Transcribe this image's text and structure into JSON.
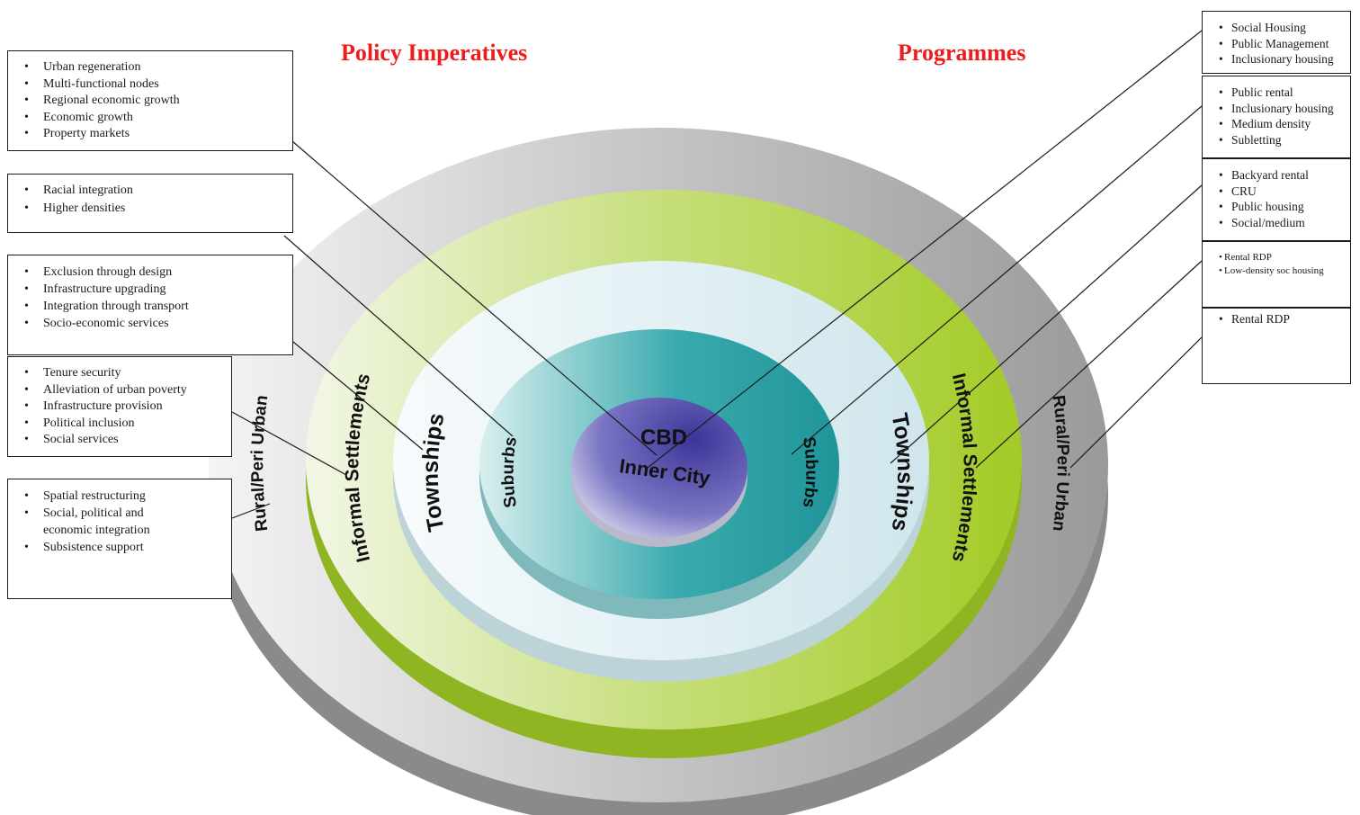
{
  "headings": {
    "left": "Policy Imperatives",
    "right": "Programmes"
  },
  "colors": {
    "heading": "#ee1c1c",
    "ring_outer": "#a9a9a9",
    "ring_green": "#a6cc2e",
    "ring_light_blue": "#d6eaef",
    "ring_teal": "#2aa3a7",
    "center": "#5752b0"
  },
  "rings": {
    "center": [
      "CBD",
      "Inner City"
    ],
    "left": {
      "suburbs": "Suburbs",
      "townships": "Townships",
      "informal": "Informal Settlements",
      "rural": "Rural/Peri Urban"
    },
    "right": {
      "suburbs": "Suburbs",
      "townships": "Townships",
      "informal": "Informal Settlements",
      "rural": "Rural/Peri Urban"
    }
  },
  "policy_boxes": [
    {
      "items": [
        "Urban regeneration",
        "Multi-functional nodes",
        "Regional economic growth",
        "Economic growth",
        "Property markets"
      ]
    },
    {
      "items": [
        "Racial integration",
        "Higher densities"
      ]
    },
    {
      "items": [
        "Exclusion through design",
        "Infrastructure upgrading",
        "Integration through transport",
        "Socio-economic services"
      ]
    },
    {
      "items": [
        "Tenure security",
        "Alleviation of urban poverty",
        "Infrastructure provision",
        "Political inclusion",
        "Social services"
      ]
    },
    {
      "items": [
        "Spatial restructuring",
        "Social, political and economic integration",
        "Subsistence support"
      ]
    }
  ],
  "programme_boxes": [
    {
      "items": [
        "Social Housing",
        "Public Management",
        "Inclusionary housing"
      ]
    },
    {
      "items": [
        "Public rental",
        "Inclusionary housing",
        "Medium density",
        "Subletting"
      ]
    },
    {
      "items": [
        "Backyard rental",
        "CRU",
        "Public housing",
        "Social/medium"
      ]
    },
    {
      "items": [
        "Rental RDP",
        "Low-density soc housing"
      ]
    },
    {
      "items": [
        "Rental RDP"
      ]
    }
  ]
}
